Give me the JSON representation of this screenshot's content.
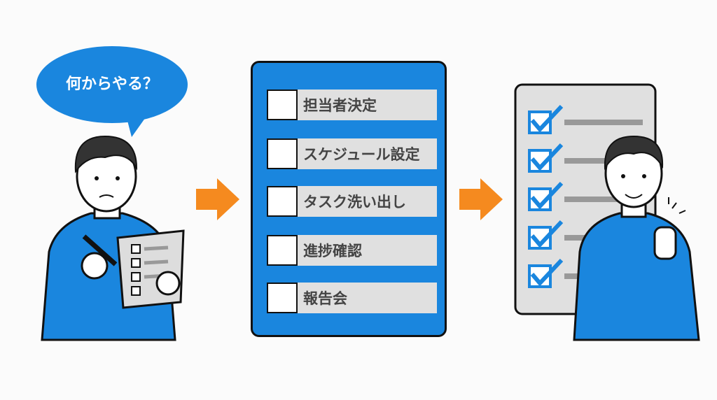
{
  "speech_bubble": {
    "text": "何からやる？"
  },
  "task_list": {
    "items": [
      {
        "label": "担当者決定",
        "checked": false
      },
      {
        "label": "スケジュール設定",
        "checked": false
      },
      {
        "label": "タスク洗い出し",
        "checked": false
      },
      {
        "label": "進捗確認",
        "checked": false
      },
      {
        "label": "報告会",
        "checked": false
      }
    ]
  },
  "completed_list": {
    "checked_count": 5
  },
  "colors": {
    "blue": "#1a86de",
    "orange": "#f58a1f",
    "gray": "#e0e0e0",
    "outline": "#111111"
  }
}
